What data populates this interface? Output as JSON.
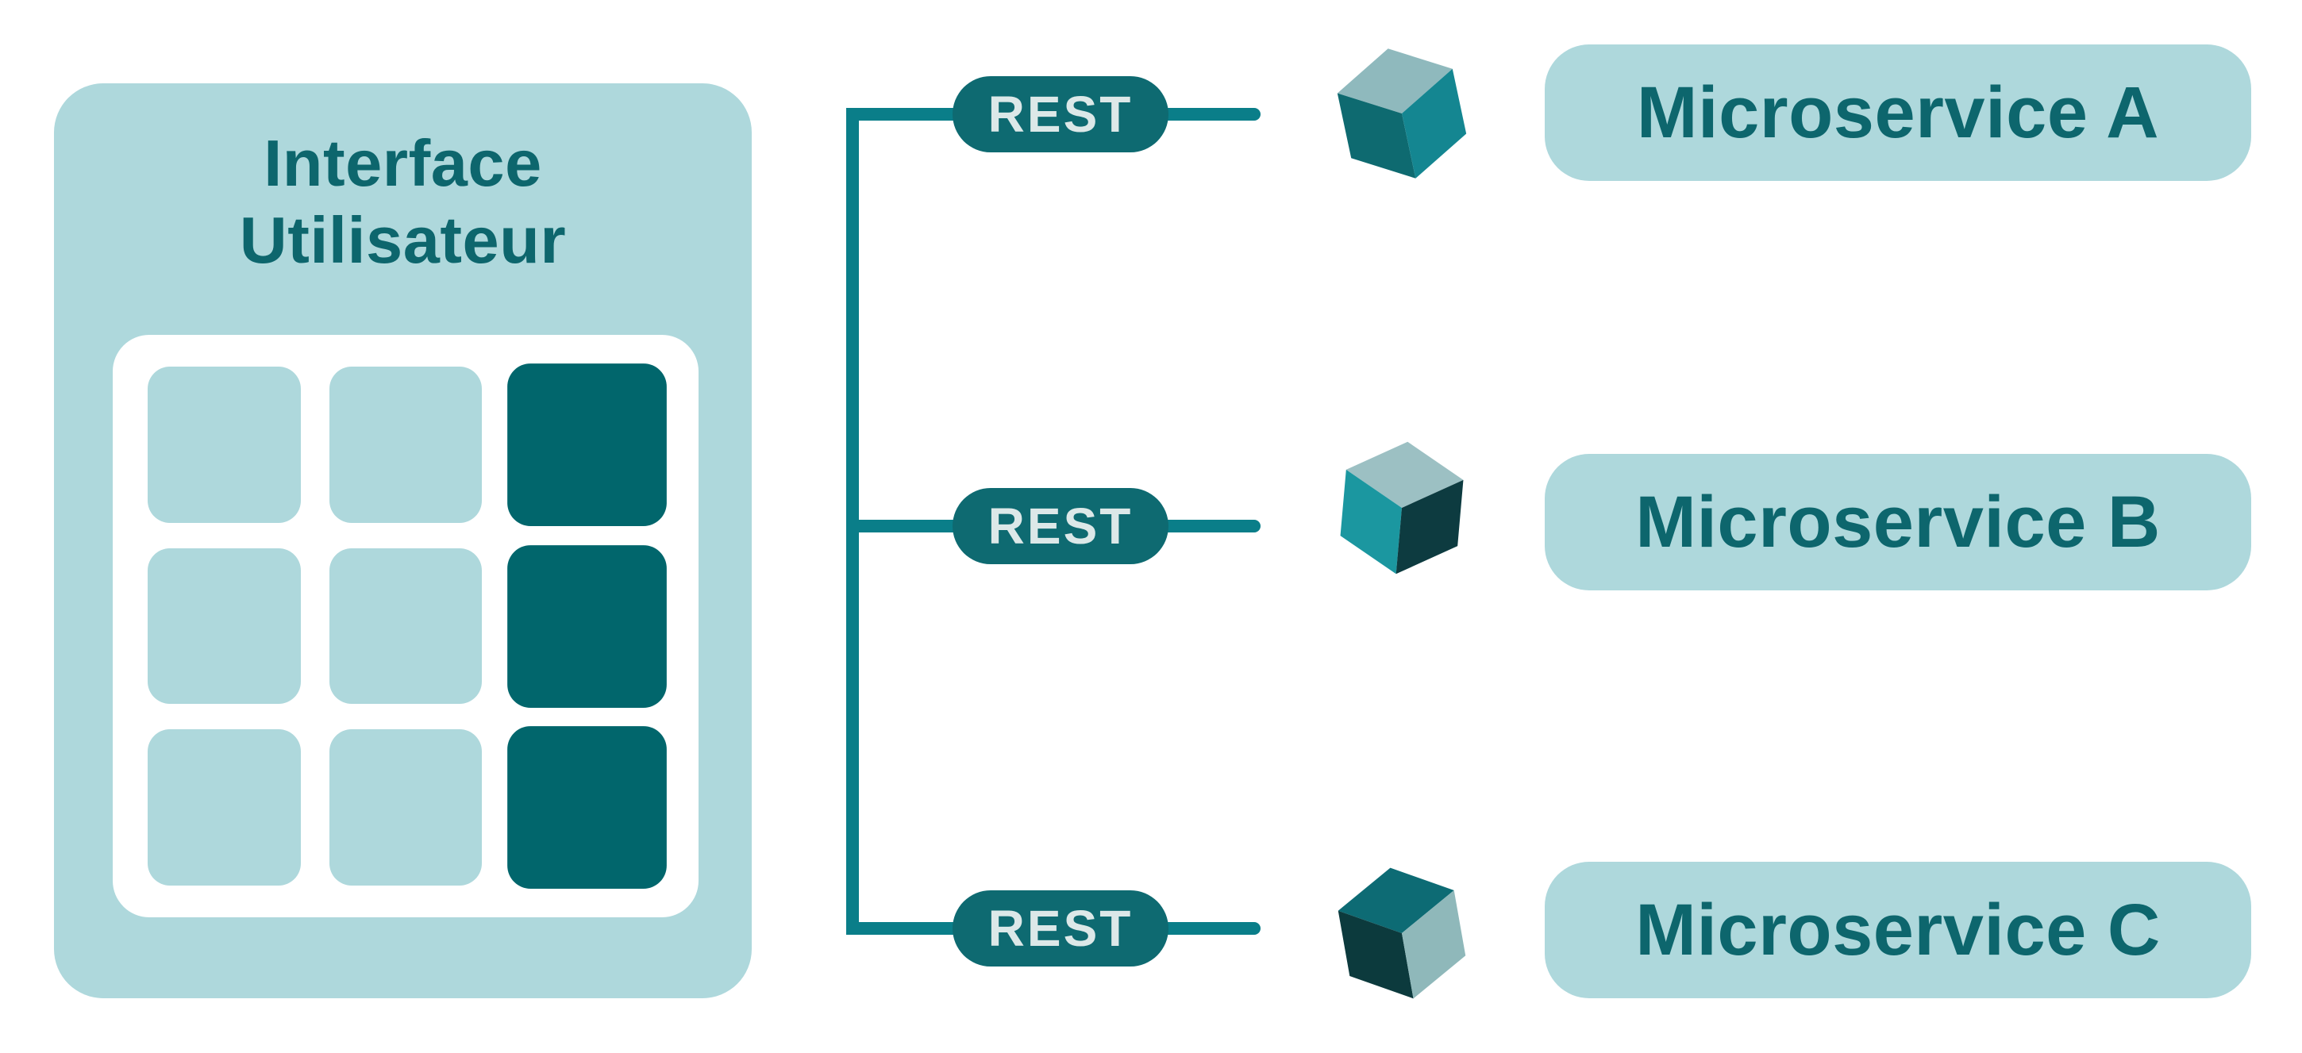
{
  "colors": {
    "background": "#ffffff",
    "light_teal": "#aed8dc",
    "dark_teal_text": "#0d666d",
    "cell_dark": "#01666c",
    "line": "#0a7e89",
    "pill_bg": "#0e6a71",
    "pill_text": "#dce8e8",
    "panel_white": "#ffffff"
  },
  "ui_card": {
    "title_line1": "Interface",
    "title_line2": "Utilisateur",
    "grid": {
      "cells": [
        [
          "light",
          "light",
          "dark"
        ],
        [
          "light",
          "light",
          "dark"
        ],
        [
          "light",
          "light",
          "dark"
        ]
      ]
    }
  },
  "connector": {
    "rest_labels": [
      "REST",
      "REST",
      "REST"
    ]
  },
  "cubes": [
    {
      "name": "cube-a",
      "rotation_deg": -12,
      "faces": {
        "top": "#8fb9bd",
        "left": "#0e6a70",
        "right": "#148691"
      }
    },
    {
      "name": "cube-b",
      "rotation_deg": 5,
      "faces": {
        "top": "#9cc0c3",
        "left": "#1b97a0",
        "right": "#0d3b40"
      }
    },
    {
      "name": "cube-c",
      "rotation_deg": -10,
      "faces": {
        "top": "#0d6b74",
        "left": "#0c3a3d",
        "right": "#8fb8ba"
      }
    }
  ],
  "microservices": [
    {
      "label": "Microservice A"
    },
    {
      "label": "Microservice B"
    },
    {
      "label": "Microservice C"
    }
  ]
}
